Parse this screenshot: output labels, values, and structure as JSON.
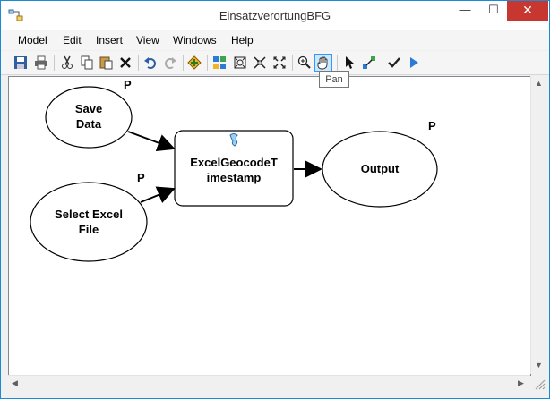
{
  "window": {
    "title": "EinsatzverortungBFG",
    "min": "—",
    "max": "☐",
    "close": "✕"
  },
  "menu": [
    "Model",
    "Edit",
    "Insert",
    "View",
    "Windows",
    "Help"
  ],
  "tooltip": "Pan",
  "model": {
    "inputs": [
      {
        "label": "Save\nData",
        "param": "P"
      },
      {
        "label": "Select Excel\nFile",
        "param": "P"
      }
    ],
    "tool": {
      "label": "ExcelGeocodeT\nimestamp"
    },
    "output": {
      "label": "Output",
      "param": "P"
    }
  },
  "colors": {
    "accent": "#1b8ad6",
    "close": "#c7372f",
    "run": "#2b7bd6"
  }
}
